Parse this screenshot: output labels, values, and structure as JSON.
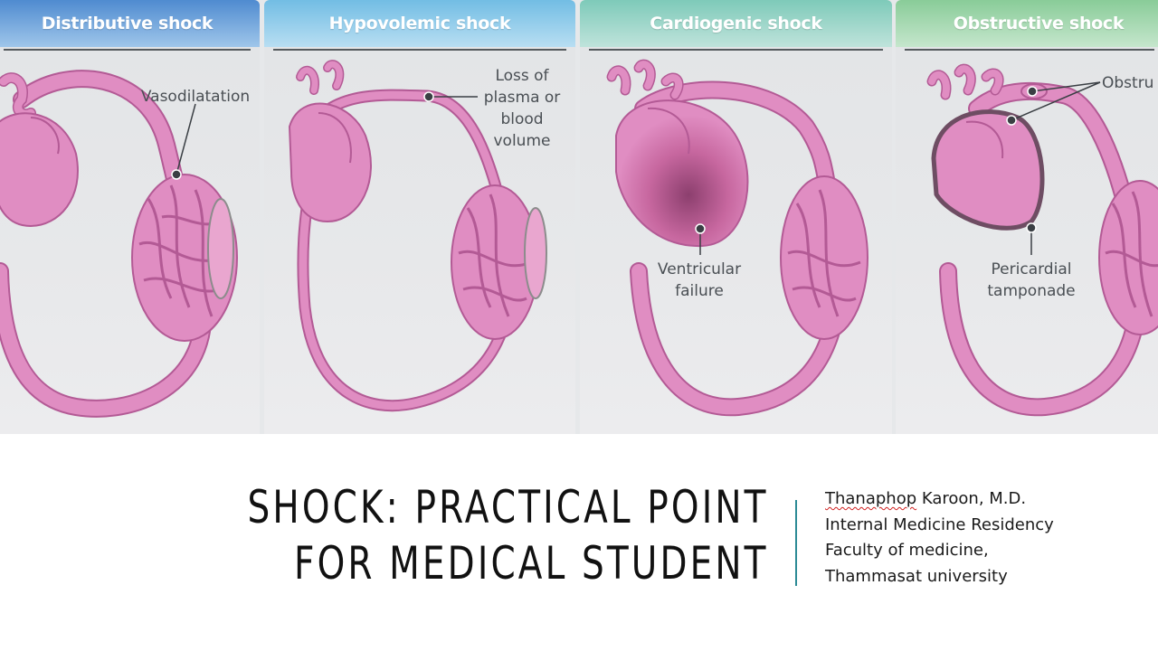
{
  "figure": {
    "panels": [
      {
        "title": "Distributive shock",
        "head_color": "#5b93cf",
        "labels": [
          "Vasodilatation"
        ]
      },
      {
        "title": "Hypovolemic shock",
        "head_color": "#7cc4e6",
        "labels": [
          "Loss of",
          "plasma or",
          "blood",
          "volume"
        ]
      },
      {
        "title": "Cardiogenic shock",
        "head_color": "#86cdbf",
        "labels": [
          "Ventricular",
          "failure"
        ]
      },
      {
        "title": "Obstructive shock",
        "head_color": "#8fcf9e",
        "labels": [
          "Obstru",
          "Pericardial",
          "tamponade"
        ]
      }
    ],
    "vessel_color": "#e08dc2",
    "vessel_outline": "#b35a95"
  },
  "slide": {
    "title_line1": "SHOCK: PRACTICAL POINT",
    "title_line2": "FOR MEDICAL STUDENT",
    "author_first": "Thanaphop",
    "author_rest": " Karoon, M.D.",
    "author_line2": "Internal Medicine Residency",
    "author_line3": "Faculty of medicine,",
    "author_line4": "Thammasat university"
  }
}
